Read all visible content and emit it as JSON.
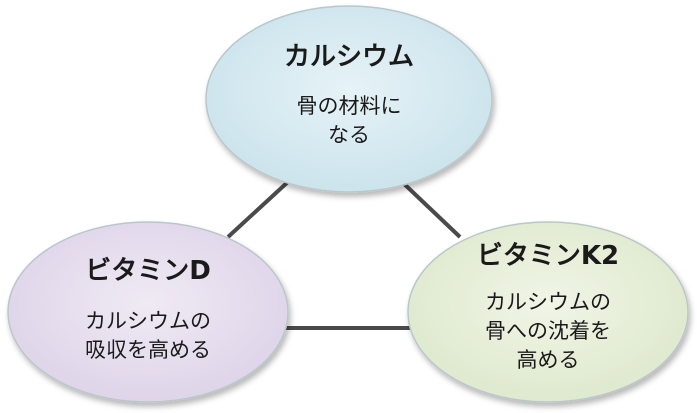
{
  "colors": {
    "calcium_fill": "#d6ebf2",
    "vitamin_d_fill": "#e8e0ef",
    "vitamin_k2_fill": "#e8f0da",
    "connector": "#4a4a4a",
    "outline": "#b9c7c9"
  },
  "nodes": {
    "calcium": {
      "title": "カルシウム",
      "desc": "骨の材料に\nなる"
    },
    "vitamin_d": {
      "title": "ビタミンD",
      "desc": "カルシウムの\n吸収を高める"
    },
    "vitamin_k2": {
      "title": "ビタミンK2",
      "desc": "カルシウムの\n骨への沈着を\n高める"
    }
  }
}
